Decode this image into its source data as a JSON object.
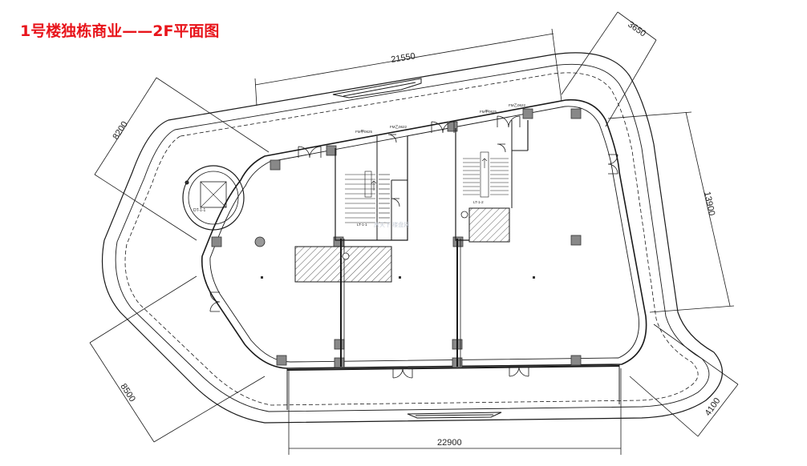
{
  "title": "1号楼独栋商业——2F平面图",
  "title_color": "#e8141b",
  "dimensions": {
    "top": "21550",
    "top_right": "3650",
    "right": "13900",
    "bottom_right": "4100",
    "bottom": "22900",
    "bottom_left": "8500",
    "top_left": "8200"
  },
  "labels": {
    "stair_left": "LT-1-1",
    "stair_right": "LT-1-2",
    "door_tag_1": "FM甲0625",
    "door_tag_2": "FM乙0622",
    "door_tag_3": "FM甲0625",
    "door_tag_4": "FM乙0622",
    "elevator": "DT-1-1",
    "watermark": "房天下 楼盘网"
  },
  "icons": [
    "fire-hydrant-icon",
    "column-icon",
    "door-swing-icon",
    "stair-arrow-icon"
  ],
  "line_color": "#1a1a1a"
}
